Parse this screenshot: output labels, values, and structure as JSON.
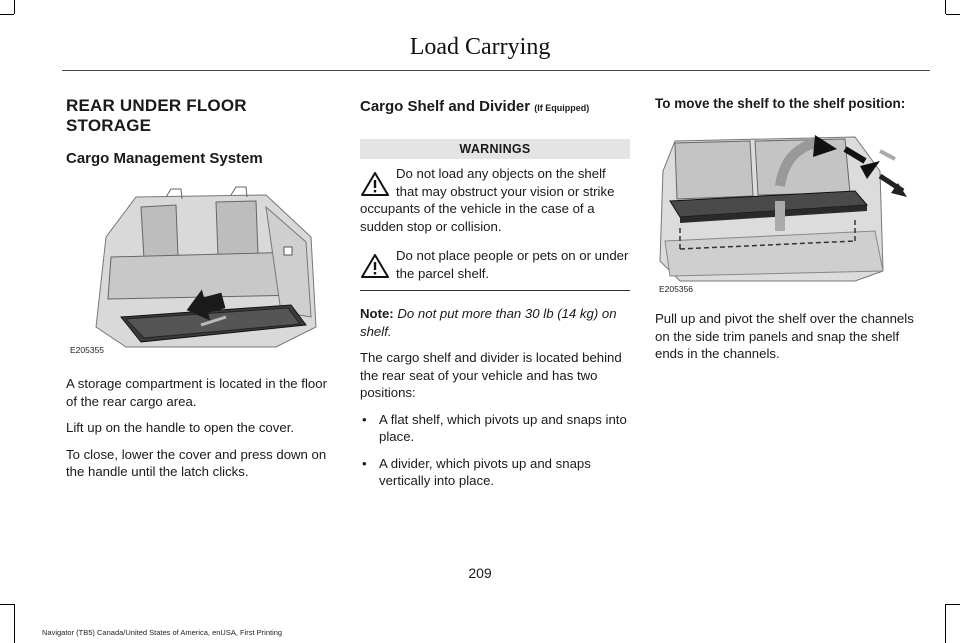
{
  "header": {
    "title": "Load Carrying"
  },
  "col1": {
    "section_title": "REAR UNDER FLOOR STORAGE",
    "subtitle": "Cargo Management System",
    "figure_code": "E205355",
    "paragraphs": [
      "A storage compartment is located in the floor of the rear cargo area.",
      "Lift up on the handle to open the cover.",
      "To close, lower the cover and press down on the handle until the latch clicks."
    ]
  },
  "col2": {
    "subtitle": "Cargo Shelf and Divider",
    "subtitle_small": "(If Equipped)",
    "warnings_label": "WARNINGS",
    "warnings": [
      "Do not load any objects on the shelf that may obstruct your vision or strike occupants of the vehicle in the case of a sudden stop or collision.",
      "Do not place people or pets on or under the parcel shelf."
    ],
    "note_label": "Note:",
    "note_text": "Do not put more than 30 lb (14 kg) on shelf.",
    "intro": "The cargo shelf and divider is located behind the rear seat of your vehicle and has two positions:",
    "bullets": [
      "A flat shelf, which pivots up and snaps into place.",
      "A divider, which pivots up and snaps vertically into place."
    ]
  },
  "col3": {
    "heading": "To move the shelf to the shelf position:",
    "figure_code": "E205356",
    "paragraph": "Pull up and pivot the shelf over the channels on the side trim panels and snap the shelf ends in the channels."
  },
  "page_number": "209",
  "footer": "Navigator (TB5) Canada/United States of America, enUSA, First Printing"
}
